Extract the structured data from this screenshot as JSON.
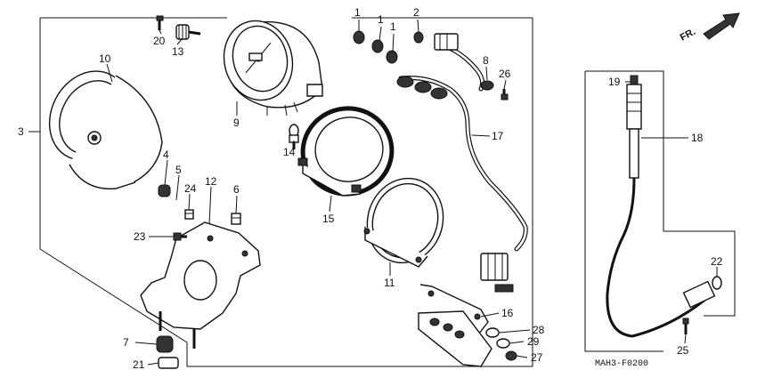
{
  "diagram": {
    "callouts": [
      "1",
      "1",
      "1",
      "2",
      "3",
      "4",
      "5",
      "6",
      "7",
      "8",
      "9",
      "10",
      "11",
      "12",
      "13",
      "14",
      "15",
      "16",
      "17",
      "18",
      "19",
      "20",
      "21",
      "22",
      "23",
      "24",
      "25",
      "26",
      "27",
      "28",
      "29"
    ],
    "diagram_code": "MAH3-F0200",
    "direction_label": "FR."
  }
}
